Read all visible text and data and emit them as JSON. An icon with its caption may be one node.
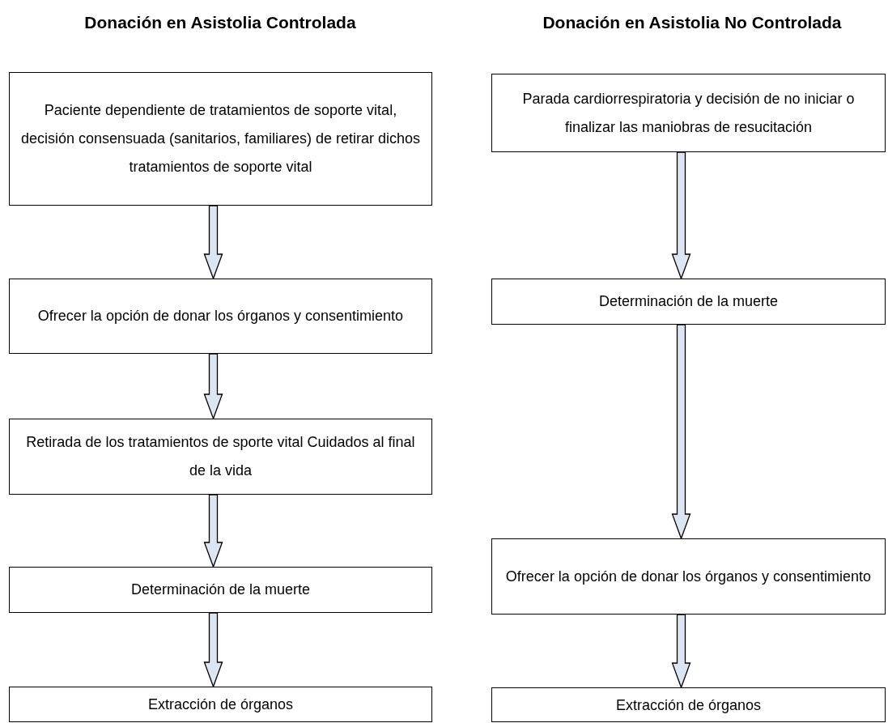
{
  "diagram": {
    "nodes": [
      {
        "text": [
          "Paciente dependiente de tratamientos de soporte vital, decisión consensuada (sanitarios, familiares) de retirar dichos tratamientos de soporte vital"
        ]
      },
      {
        "text": [
          "Ofrecer la opción de donar los órganos y consentimiento"
        ]
      },
      {
        "text": [
          "Retirada de los tratamientos de sporte vital Cuidados al final de la vida"
        ]
      },
      {
        "text": [
          "Determinación de la muerte"
        ]
      },
      {
        "text": [
          "Extracción de órganos"
        ]
      },
      {
        "text": [
          "Parada cardiorrespiratoria y decisión de no iniciar o finalizar las maniobras de resucitación"
        ]
      },
      {
        "text": [
          "Determinación de la muerte"
        ]
      },
      {
        "text": [
          "Ofrecer la opción de donar los órganos y consentimiento"
        ]
      },
      {
        "text": [
          "Extracción de órganos"
        ]
      }
    ],
    "edges": [
      {
        "from": 0,
        "to": 1,
        "arrow": "to"
      },
      {
        "from": 1,
        "to": 2,
        "arrow": "to"
      },
      {
        "from": 2,
        "to": 3,
        "arrow": "to"
      },
      {
        "from": 3,
        "to": 4,
        "arrow": "to"
      },
      {
        "from": 5,
        "to": 6,
        "arrow": "to"
      },
      {
        "from": 6,
        "to": 7,
        "arrow": "to"
      },
      {
        "from": 7,
        "to": 8,
        "arrow": "to"
      }
    ],
    "labels": [
      "Donación en Asistolia Controlada",
      "Donación en Asistolia No Controlada"
    ]
  }
}
